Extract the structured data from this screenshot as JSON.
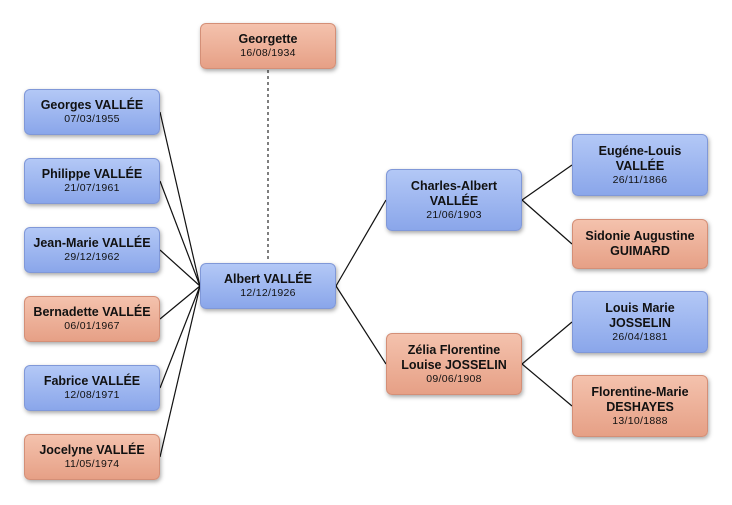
{
  "people": {
    "georgette": {
      "name": "Georgette",
      "date": "16/08/1934",
      "sex": "F"
    },
    "albert": {
      "name": "Albert VALLÉE",
      "date": "12/12/1926",
      "sex": "M"
    },
    "georges": {
      "name": "Georges VALLÉE",
      "date": "07/03/1955",
      "sex": "M"
    },
    "philippe": {
      "name": "Philippe VALLÉE",
      "date": "21/07/1961",
      "sex": "M"
    },
    "jeanmarie": {
      "name": "Jean-Marie VALLÉE",
      "date": "29/12/1962",
      "sex": "M"
    },
    "bernadette": {
      "name": "Bernadette VALLÉE",
      "date": "06/01/1967",
      "sex": "F"
    },
    "fabrice": {
      "name": "Fabrice VALLÉE",
      "date": "12/08/1971",
      "sex": "M"
    },
    "jocelyne": {
      "name": "Jocelyne VALLÉE",
      "date": "11/05/1974",
      "sex": "F"
    },
    "charlesalbert": {
      "name": "Charles-Albert\nVALLÉE",
      "date": "21/06/1903",
      "sex": "M"
    },
    "zelia": {
      "name": "Zélia Florentine\nLouise JOSSELIN",
      "date": "09/06/1908",
      "sex": "F"
    },
    "eugenelouis": {
      "name": "Eugéne-Louis\nVALLÉE",
      "date": "26/11/1866",
      "sex": "M"
    },
    "sidonie": {
      "name": "Sidonie Augustine\nGUIMARD",
      "date": "",
      "sex": "F"
    },
    "louismarie": {
      "name": "Louis Marie\nJOSSELIN",
      "date": "26/04/1881",
      "sex": "M"
    },
    "florentinemarie": {
      "name": "Florentine-Marie\nDESHAYES",
      "date": "13/10/1888",
      "sex": "F"
    }
  },
  "colors": {
    "male": "#9bb5f0",
    "female": "#eeb29b",
    "link": "#111111"
  }
}
